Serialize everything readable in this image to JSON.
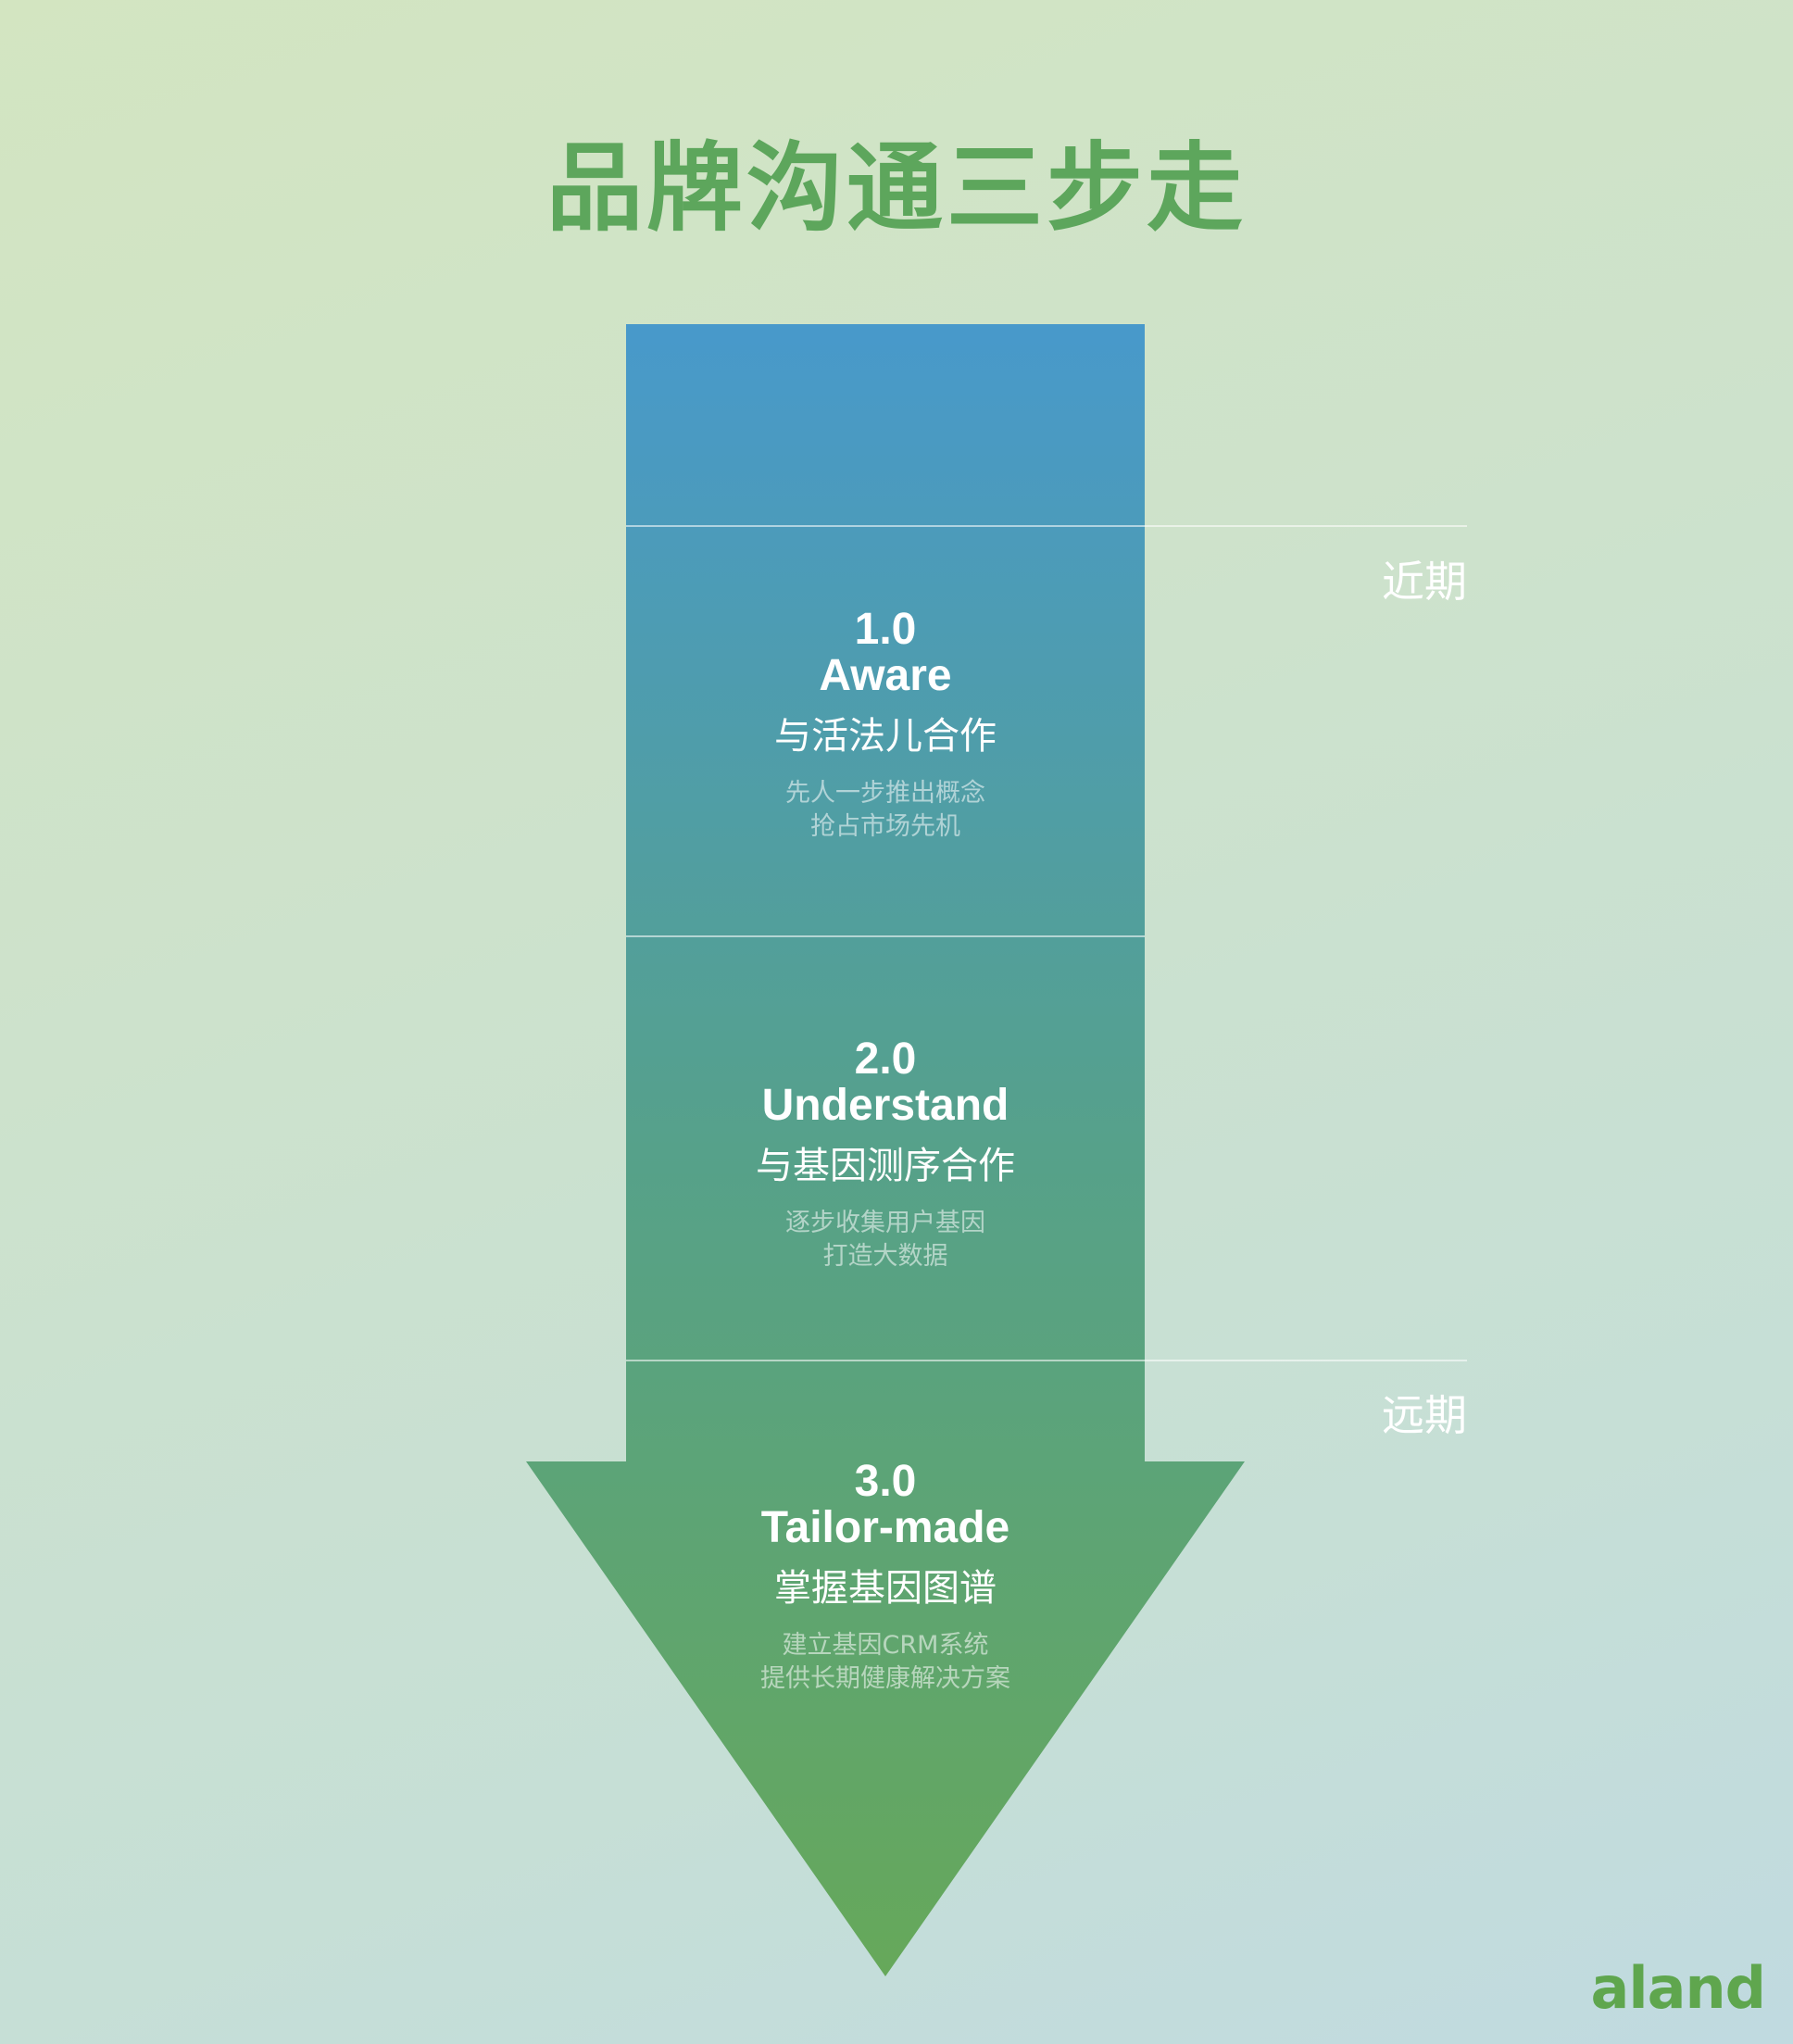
{
  "title": "品牌沟通三步走",
  "stages": [
    {
      "number": "1.0",
      "name": "Aware",
      "partner": "与活法儿合作",
      "desc_line1": "先人一步推出概念",
      "desc_line2": "抢占市场先机"
    },
    {
      "number": "2.0",
      "name": "Understand",
      "partner": "与基因测序合作",
      "desc_line1": "逐步收集用户基因",
      "desc_line2": "打造大数据"
    },
    {
      "number": "3.0",
      "name": "Tailor-made",
      "partner": "掌握基因图谱",
      "desc_line1": "建立基因CRM系统",
      "desc_line2": "提供长期健康解决方案"
    }
  ],
  "terms": {
    "near": "近期",
    "far": "远期"
  },
  "logo": "aland",
  "colors": {
    "title": "#5da65c",
    "arrow_top": "#4899cb",
    "arrow_bottom": "#66a85a",
    "logo": "#5fa64e"
  }
}
